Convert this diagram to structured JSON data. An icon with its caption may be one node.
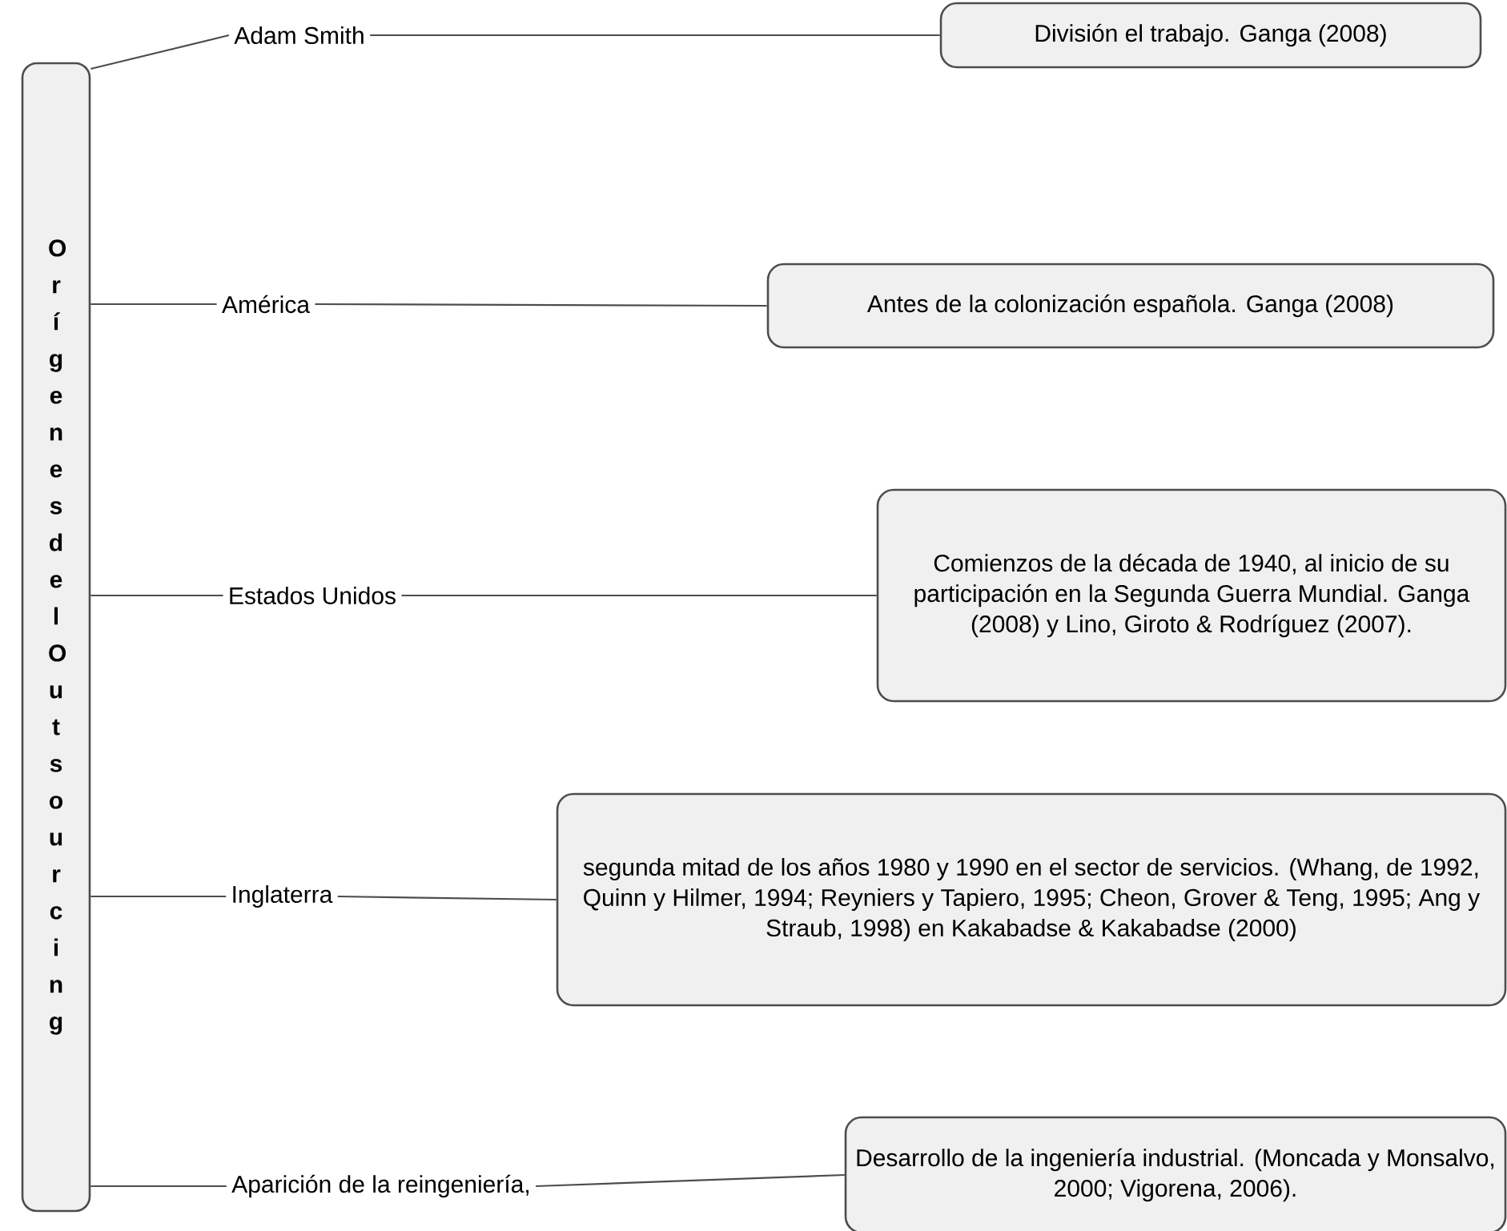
{
  "diagram": {
    "nodes": [
      {
        "text": [
          "Orígenes del Outsourcing"
        ]
      },
      {
        "text": [
          "Adam Smith"
        ]
      },
      {
        "text": [
          "División el trabajo. Ganga (2008)"
        ]
      },
      {
        "text": [
          "América"
        ]
      },
      {
        "text": [
          "Antes de la colonización española. Ganga (2008)"
        ]
      },
      {
        "text": [
          "Estados Unidos"
        ]
      },
      {
        "text": [
          "Comienzos de la década de 1940, al inicio de su participación en la Segunda Guerra Mundial. Ganga (2008) y Lino, Giroto & Rodríguez (2007)."
        ]
      },
      {
        "text": [
          "Inglaterra"
        ]
      },
      {
        "text": [
          "segunda mitad de los años 1980 y 1990 en el sector de servicios. (Whang, de 1992, Quinn y Hilmer, 1994; Reyniers y Tapiero, 1995; Cheon, Grover & Teng, 1995; Ang y Straub, 1998) en Kakabadse & Kakabadse (2000)"
        ]
      },
      {
        "text": [
          "Aparición de la reingeniería,"
        ]
      },
      {
        "text": [
          "Desarrollo de la ingeniería industrial. (Moncada y Monsalvo, 2000; Vigorena, 2006)."
        ]
      }
    ],
    "edges": [
      {
        "from": 0,
        "to": 1,
        "arrow": "none"
      },
      {
        "from": 1,
        "to": 2,
        "arrow": "none"
      },
      {
        "from": 0,
        "to": 3,
        "arrow": "none"
      },
      {
        "from": 3,
        "to": 4,
        "arrow": "none"
      },
      {
        "from": 0,
        "to": 5,
        "arrow": "none"
      },
      {
        "from": 5,
        "to": 6,
        "arrow": "none"
      },
      {
        "from": 0,
        "to": 7,
        "arrow": "none"
      },
      {
        "from": 7,
        "to": 8,
        "arrow": "none"
      },
      {
        "from": 0,
        "to": 9,
        "arrow": "none"
      },
      {
        "from": 9,
        "to": 10,
        "arrow": "none"
      }
    ]
  }
}
